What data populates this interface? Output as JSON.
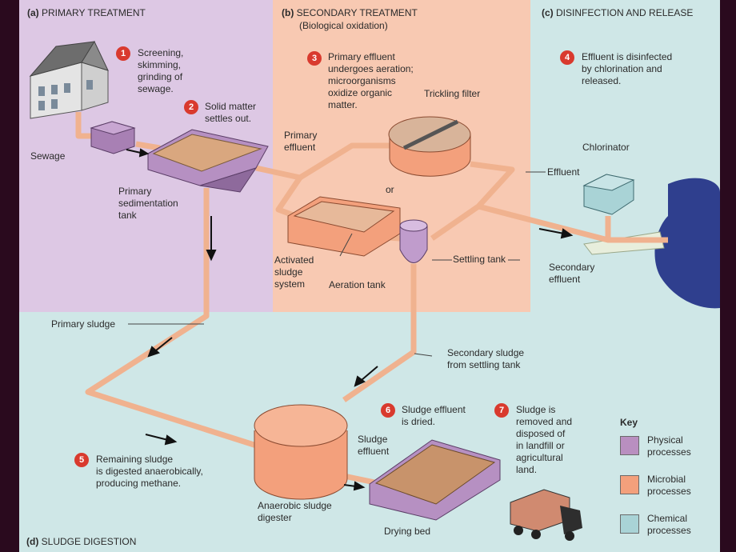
{
  "sections": {
    "primary": {
      "letter": "(a)",
      "title": "PRIMARY TREATMENT"
    },
    "secondary": {
      "letter": "(b)",
      "title": "SECONDARY TREATMENT",
      "subtitle": "(Biological oxidation)"
    },
    "disinfection": {
      "letter": "(c)",
      "title": "DISINFECTION AND RELEASE"
    },
    "digestion": {
      "letter": "(d)",
      "title": "SLUDGE DIGESTION"
    }
  },
  "steps": [
    {
      "num": "1",
      "text": "Screening,\nskimming,\ngrinding of\nsewage."
    },
    {
      "num": "2",
      "text": "Solid matter\nsettles out."
    },
    {
      "num": "3",
      "text": "Primary effluent\nundergoes aeration;\nmicroorganisms\noxidize organic\nmatter."
    },
    {
      "num": "4",
      "text": "Effluent is disinfected\nby chlorination and\nreleased."
    },
    {
      "num": "5",
      "text": "Remaining sludge\nis digested anaerobically,\nproducing methane."
    },
    {
      "num": "6",
      "text": "Sludge effluent\nis dried."
    },
    {
      "num": "7",
      "text": "Sludge is\nremoved and\ndisposed of\nin landfill or\nagricultural\nland."
    }
  ],
  "labels": {
    "sewage": "Sewage",
    "primary_tank": "Primary\nsedimentation\ntank",
    "primary_effluent": "Primary\neffluent",
    "trickling_filter": "Trickling filter",
    "or": "or",
    "effluent": "Effluent",
    "chlorinator": "Chlorinator",
    "activated_sludge": "Activated\nsludge\nsystem",
    "aeration_tank": "Aeration tank",
    "settling_tank": "Settling tank",
    "secondary_effluent": "Secondary\neffluent",
    "primary_sludge": "Primary sludge",
    "secondary_sludge": "Secondary sludge\nfrom settling tank",
    "sludge_effluent": "Sludge\neffluent",
    "digester": "Anaerobic sludge\ndigester",
    "drying_bed": "Drying bed"
  },
  "key": {
    "title": "Key",
    "items": [
      {
        "label": "Physical\nprocesses",
        "color": "#b98fc0"
      },
      {
        "label": "Microbial\nprocesses",
        "color": "#f3a07c"
      },
      {
        "label": "Chemical\nprocesses",
        "color": "#a9d3d6"
      }
    ]
  },
  "colors": {
    "physical_bg": "#ddc8e4",
    "microbial_bg": "#f8c9b2",
    "chemical_bg": "#cfe7e7",
    "step_badge": "#d93a2e",
    "pipe": "#f0b28f"
  }
}
